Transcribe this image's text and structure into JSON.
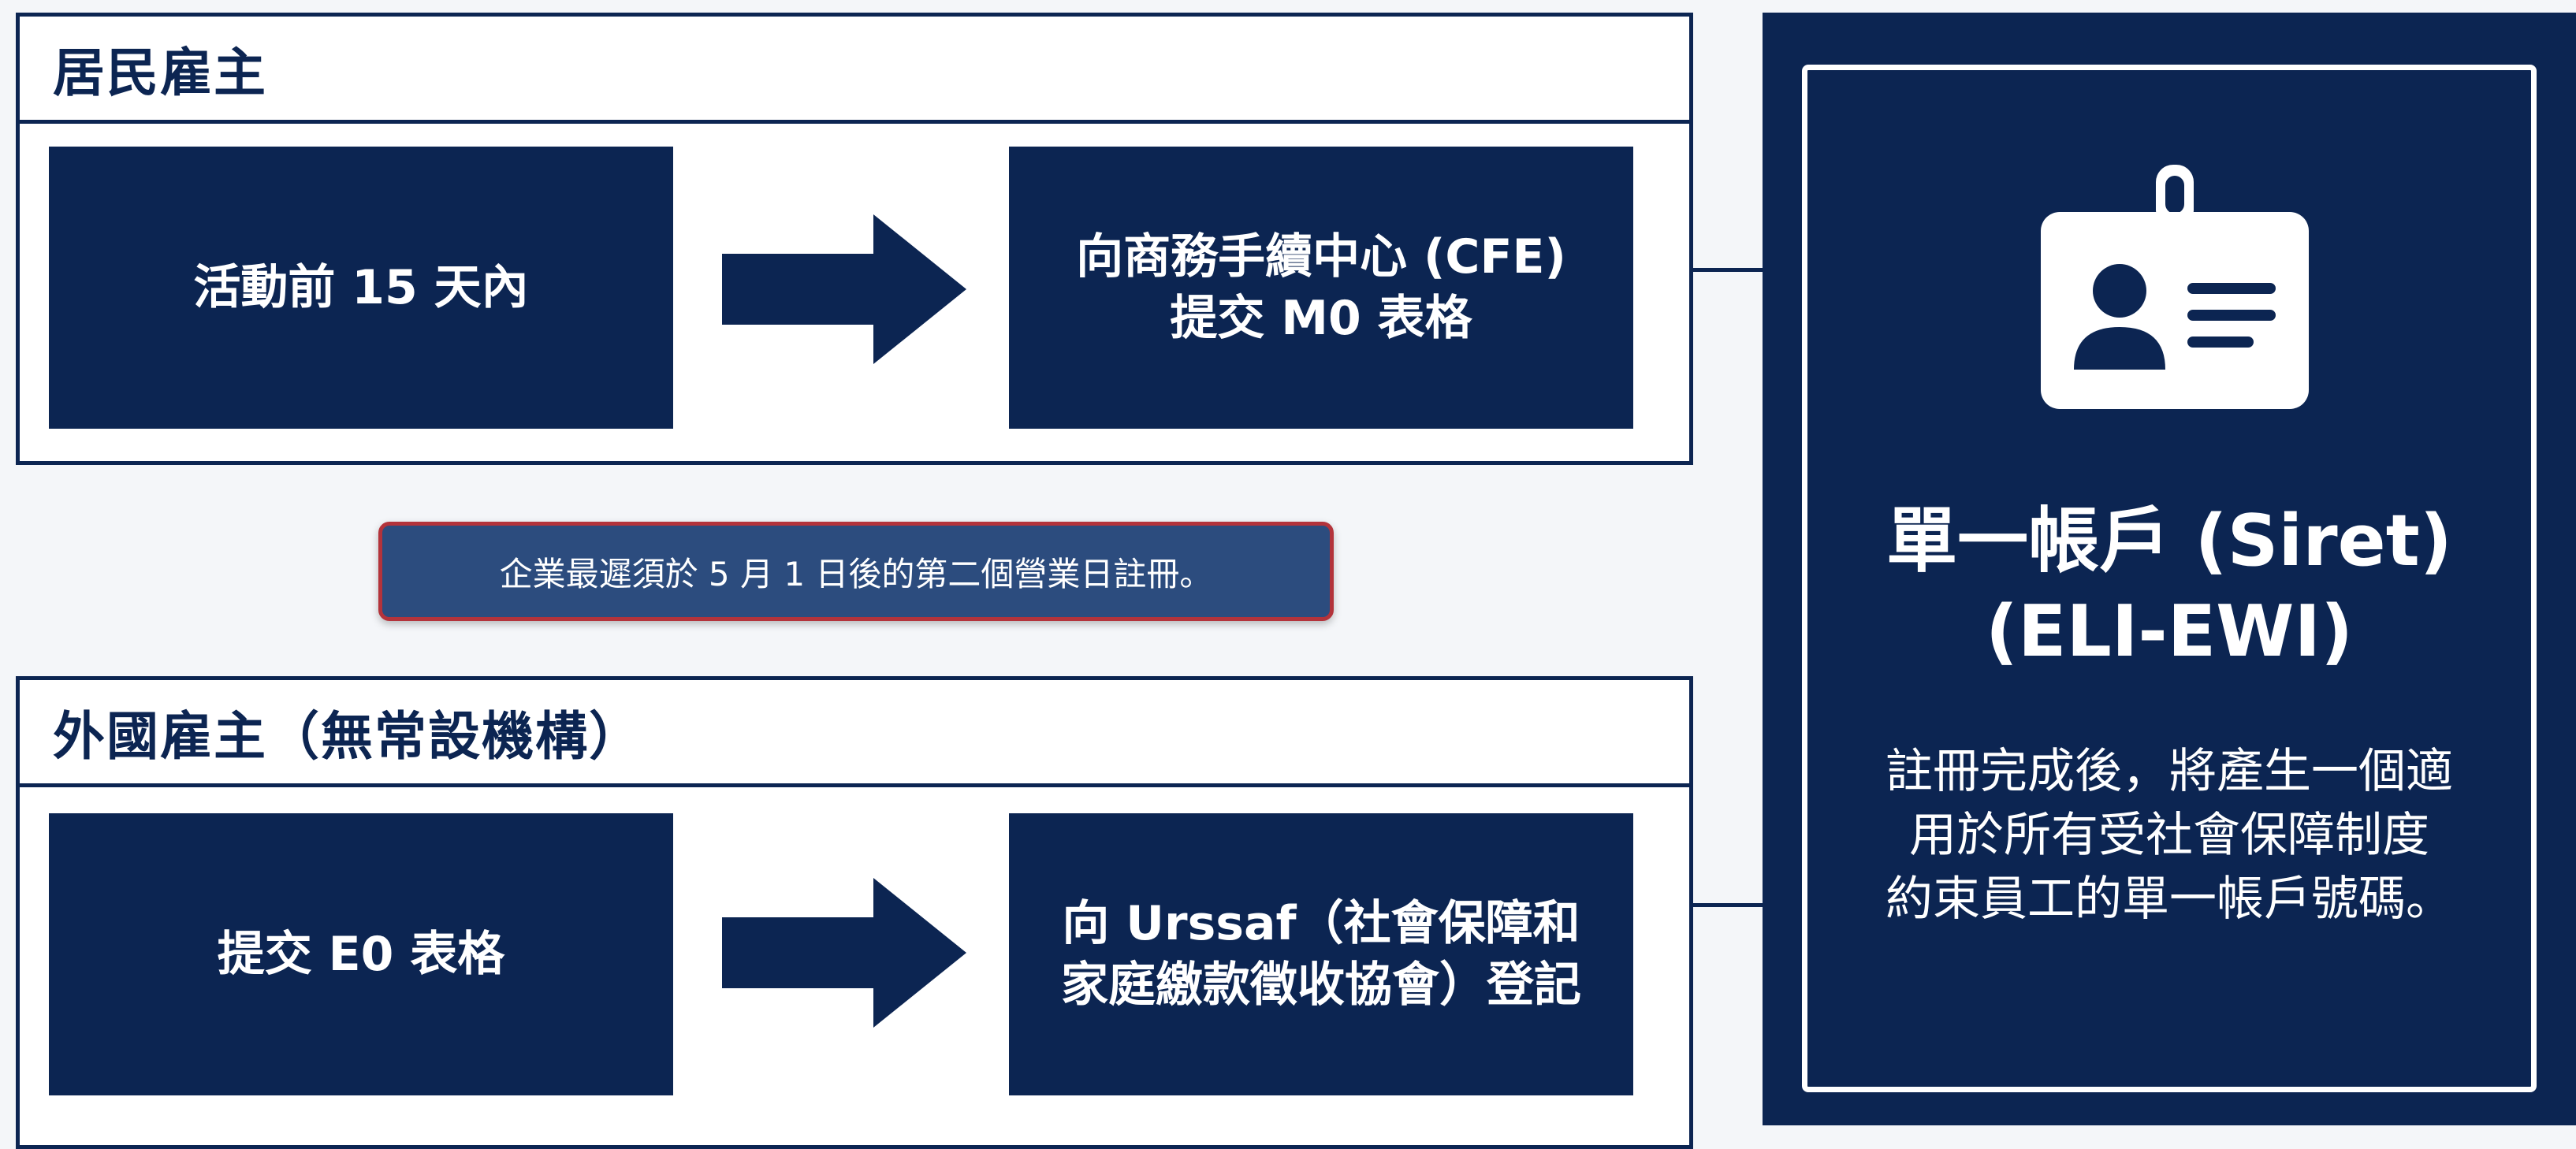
{
  "resident": {
    "header": "居民雇主",
    "step1": "活動前 15 天內",
    "step2_line1": "向商務手續中心 (CFE)",
    "step2_line2": "提交 M0 表格"
  },
  "note": "企業最遲須於 5 月 1 日後的第二個營業日註冊。",
  "foreign": {
    "header": "外國雇主（無常設機構）",
    "step1": "提交 E0 表格",
    "step2_line1": "向 Urssaf（社會保障和",
    "step2_line2": "家庭繳款徵收協會）登記"
  },
  "account": {
    "icon": "id-badge-icon",
    "title_line1": "單一帳戶 (Siret)",
    "title_line2": "(ELI-EWI)",
    "desc_line1": "註冊完成後，將產生一個適",
    "desc_line2": "用於所有受社會保障制度",
    "desc_line3": "約束員工的單一帳戶號碼。"
  },
  "colors": {
    "navy": "#0c2552",
    "note_bg": "#2c4c7e",
    "note_border": "#b3333b",
    "white": "#ffffff"
  }
}
